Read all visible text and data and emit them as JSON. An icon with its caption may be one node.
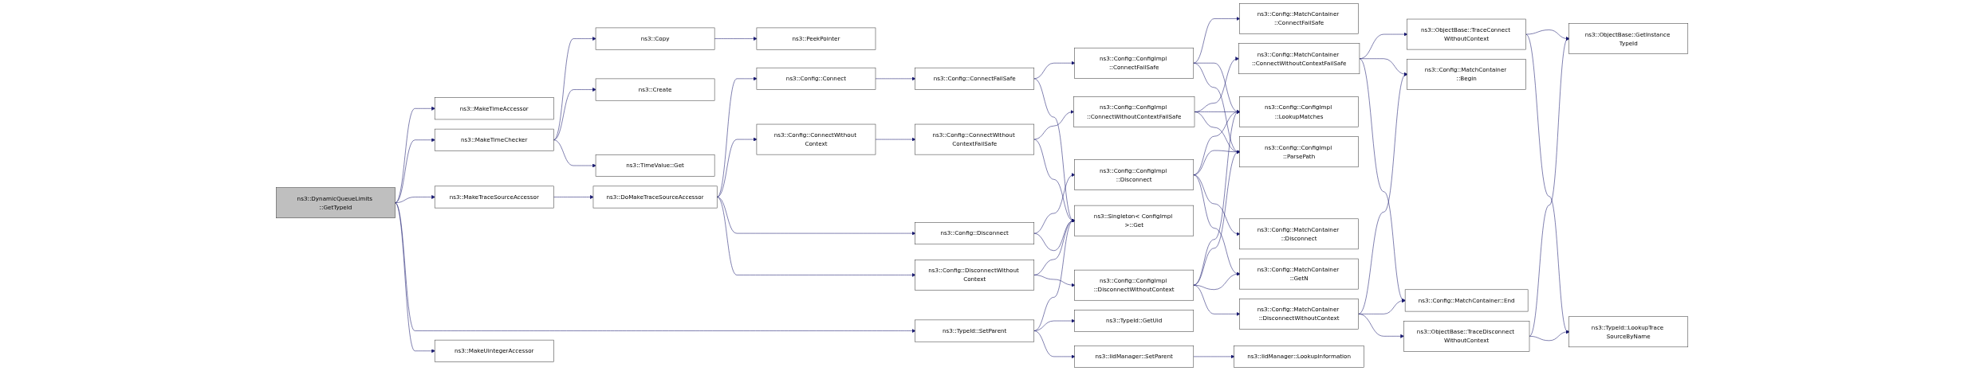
{
  "diagram": {
    "nodes": [
      {
        "text": [
          "ns3::DynamicQueueLimits ::GetTypeId"
        ]
      },
      {
        "text": [
          "ns3::MakeTimeAccessor"
        ]
      },
      {
        "text": [
          "ns3::MakeTimeChecker"
        ]
      },
      {
        "text": [
          "ns3::MakeTraceSourceAccessor"
        ]
      },
      {
        "text": [
          "ns3::TypeId::SetParent"
        ]
      },
      {
        "text": [
          "ns3::MakeUintegerAccessor"
        ]
      },
      {
        "text": [
          "ns3::Copy"
        ]
      },
      {
        "text": [
          "ns3::Create"
        ]
      },
      {
        "text": [
          "ns3::TimeValue::Get"
        ]
      },
      {
        "text": [
          "ns3::DoMakeTraceSourceAccessor"
        ]
      },
      {
        "text": [
          "ns3::TypeId::GetUid"
        ]
      },
      {
        "text": [
          "ns3::IidManager::SetParent"
        ]
      },
      {
        "text": [
          "ns3::PeekPointer"
        ]
      },
      {
        "text": [
          "ns3::Config::Connect"
        ]
      },
      {
        "text": [
          "ns3::Config::ConnectWithout Context"
        ]
      },
      {
        "text": [
          "ns3::Config::Disconnect"
        ]
      },
      {
        "text": [
          "ns3::Config::DisconnectWithout Context"
        ]
      },
      {
        "text": [
          "ns3::IidManager::LookupInformation"
        ]
      },
      {
        "text": [
          "ns3::Config::ConnectFailSafe"
        ]
      },
      {
        "text": [
          "ns3::Config::ConnectWithout ContextFailSafe"
        ]
      },
      {
        "text": [
          "ns3::Singleton< ConfigImpl >::Get"
        ]
      },
      {
        "text": [
          "ns3::Config::ConfigImpl ::ConnectFailSafe"
        ]
      },
      {
        "text": [
          "ns3::Config::ConfigImpl ::ConnectWithoutContextFailSafe"
        ]
      },
      {
        "text": [
          "ns3::Config::ConfigImpl ::Disconnect"
        ]
      },
      {
        "text": [
          "ns3::Config::ConfigImpl ::DisconnectWithoutContext"
        ]
      },
      {
        "text": [
          "ns3::Config::MatchContainer ::ConnectFailSafe"
        ]
      },
      {
        "text": [
          "ns3::Config::MatchContainer ::ConnectWithoutContextFailSafe"
        ]
      },
      {
        "text": [
          "ns3::Config::ConfigImpl ::LookupMatches"
        ]
      },
      {
        "text": [
          "ns3::Config::ConfigImpl ::ParsePath"
        ]
      },
      {
        "text": [
          "ns3::Config::MatchContainer ::Disconnect"
        ]
      },
      {
        "text": [
          "ns3::Config::MatchContainer ::GetN"
        ]
      },
      {
        "text": [
          "ns3::Config::MatchContainer ::DisconnectWithoutContext"
        ]
      },
      {
        "text": [
          "ns3::ObjectBase::TraceConnect WithoutContext"
        ]
      },
      {
        "text": [
          "ns3::Config::MatchContainer ::Begin"
        ]
      },
      {
        "text": [
          "ns3::Config::MatchContainer::End"
        ]
      },
      {
        "text": [
          "ns3::ObjectBase::TraceDisconnect WithoutContext"
        ]
      },
      {
        "text": [
          "ns3::ObjectBase::GetInstance TypeId"
        ]
      },
      {
        "text": [
          "ns3::TypeId::LookupTrace SourceByName"
        ]
      }
    ],
    "edges": [
      {
        "from": 0,
        "to": 1,
        "arrow": "to"
      },
      {
        "from": 0,
        "to": 2,
        "arrow": "to"
      },
      {
        "from": 0,
        "to": 3,
        "arrow": "to"
      },
      {
        "from": 0,
        "to": 4,
        "arrow": "to"
      },
      {
        "from": 0,
        "to": 5,
        "arrow": "to"
      },
      {
        "from": 2,
        "to": 6,
        "arrow": "to"
      },
      {
        "from": 2,
        "to": 7,
        "arrow": "to"
      },
      {
        "from": 2,
        "to": 8,
        "arrow": "to"
      },
      {
        "from": 3,
        "to": 9,
        "arrow": "to"
      },
      {
        "from": 4,
        "to": 20,
        "arrow": "to"
      },
      {
        "from": 4,
        "to": 10,
        "arrow": "to"
      },
      {
        "from": 4,
        "to": 11,
        "arrow": "to"
      },
      {
        "from": 6,
        "to": 12,
        "arrow": "to"
      },
      {
        "from": 9,
        "to": 13,
        "arrow": "to"
      },
      {
        "from": 9,
        "to": 14,
        "arrow": "to"
      },
      {
        "from": 9,
        "to": 15,
        "arrow": "to"
      },
      {
        "from": 9,
        "to": 16,
        "arrow": "to"
      },
      {
        "from": 11,
        "to": 17,
        "arrow": "to"
      },
      {
        "from": 13,
        "to": 18,
        "arrow": "to"
      },
      {
        "from": 14,
        "to": 19,
        "arrow": "to"
      },
      {
        "from": 15,
        "to": 23,
        "arrow": "to"
      },
      {
        "from": 15,
        "to": 20,
        "arrow": "to"
      },
      {
        "from": 16,
        "to": 20,
        "arrow": "to"
      },
      {
        "from": 16,
        "to": 24,
        "arrow": "to"
      },
      {
        "from": 18,
        "to": 21,
        "arrow": "to"
      },
      {
        "from": 18,
        "to": 20,
        "arrow": "to"
      },
      {
        "from": 19,
        "to": 22,
        "arrow": "to"
      },
      {
        "from": 19,
        "to": 20,
        "arrow": "to"
      },
      {
        "from": 21,
        "to": 25,
        "arrow": "to"
      },
      {
        "from": 21,
        "to": 27,
        "arrow": "to"
      },
      {
        "from": 21,
        "to": 28,
        "arrow": "to"
      },
      {
        "from": 22,
        "to": 26,
        "arrow": "to"
      },
      {
        "from": 22,
        "to": 27,
        "arrow": "to"
      },
      {
        "from": 22,
        "to": 28,
        "arrow": "to"
      },
      {
        "from": 23,
        "to": 27,
        "arrow": "to"
      },
      {
        "from": 23,
        "to": 28,
        "arrow": "to"
      },
      {
        "from": 23,
        "to": 29,
        "arrow": "to"
      },
      {
        "from": 23,
        "to": 30,
        "arrow": "to"
      },
      {
        "from": 24,
        "to": 27,
        "arrow": "to"
      },
      {
        "from": 24,
        "to": 28,
        "arrow": "to"
      },
      {
        "from": 24,
        "to": 30,
        "arrow": "to"
      },
      {
        "from": 24,
        "to": 31,
        "arrow": "to"
      },
      {
        "from": 26,
        "to": 32,
        "arrow": "to"
      },
      {
        "from": 26,
        "to": 33,
        "arrow": "to"
      },
      {
        "from": 26,
        "to": 34,
        "arrow": "to"
      },
      {
        "from": 31,
        "to": 33,
        "arrow": "to"
      },
      {
        "from": 31,
        "to": 34,
        "arrow": "to"
      },
      {
        "from": 31,
        "to": 35,
        "arrow": "to"
      },
      {
        "from": 32,
        "to": 36,
        "arrow": "to"
      },
      {
        "from": 32,
        "to": 37,
        "arrow": "to"
      },
      {
        "from": 35,
        "to": 36,
        "arrow": "to"
      },
      {
        "from": 35,
        "to": 37,
        "arrow": "to"
      }
    ]
  }
}
